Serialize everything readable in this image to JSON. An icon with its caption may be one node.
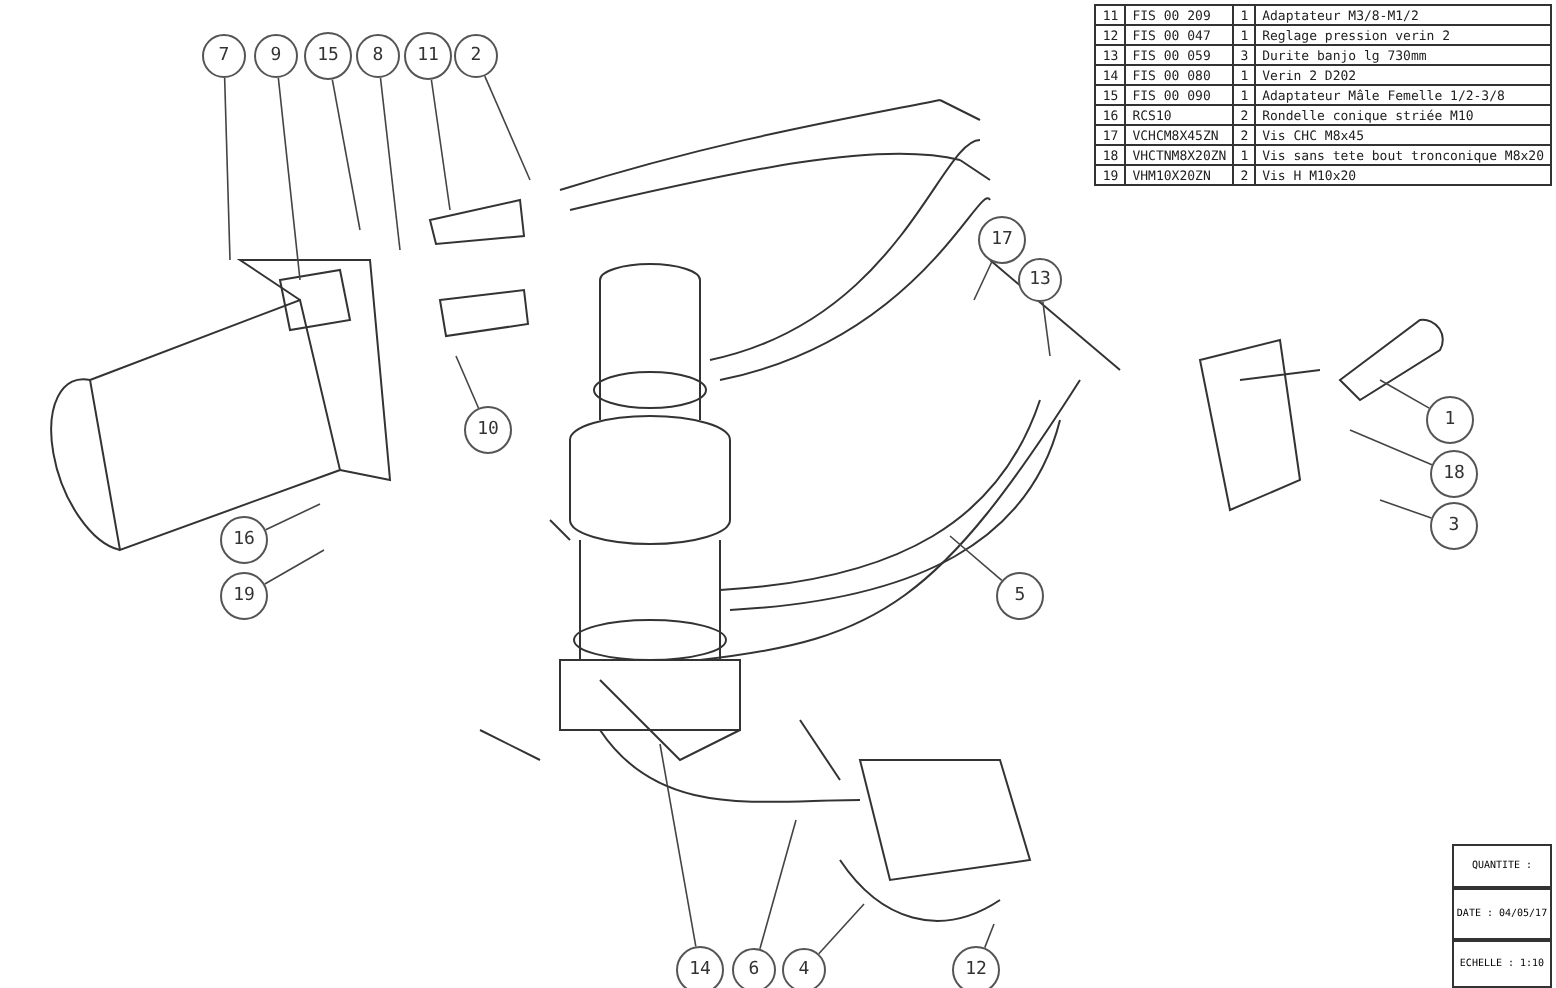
{
  "diagram": {
    "nodes": [
      {
        "text": [
          "7"
        ]
      },
      {
        "text": [
          "9"
        ]
      },
      {
        "text": [
          "15"
        ]
      },
      {
        "text": [
          "8"
        ]
      },
      {
        "text": [
          "11"
        ]
      },
      {
        "text": [
          "2"
        ]
      },
      {
        "text": [
          "17"
        ]
      },
      {
        "text": [
          "13"
        ]
      },
      {
        "text": [
          "10"
        ]
      },
      {
        "text": [
          "1"
        ]
      },
      {
        "text": [
          "18"
        ]
      },
      {
        "text": [
          "3"
        ]
      },
      {
        "text": [
          "16"
        ]
      },
      {
        "text": [
          "19"
        ]
      },
      {
        "text": [
          "5"
        ]
      },
      {
        "text": [
          "14"
        ]
      },
      {
        "text": [
          "6"
        ]
      },
      {
        "text": [
          "4"
        ]
      },
      {
        "text": [
          "12"
        ]
      }
    ],
    "edges": [
      {
        "from": 0,
        "to": null,
        "arrow": "none"
      },
      {
        "from": 1,
        "to": null,
        "arrow": "none"
      },
      {
        "from": 2,
        "to": null,
        "arrow": "none"
      },
      {
        "from": 3,
        "to": null,
        "arrow": "none"
      },
      {
        "from": 4,
        "to": null,
        "arrow": "none"
      },
      {
        "from": 5,
        "to": null,
        "arrow": "none"
      },
      {
        "from": 6,
        "to": null,
        "arrow": "none"
      },
      {
        "from": 7,
        "to": null,
        "arrow": "none"
      },
      {
        "from": 8,
        "to": null,
        "arrow": "none"
      },
      {
        "from": 9,
        "to": null,
        "arrow": "none"
      },
      {
        "from": 10,
        "to": null,
        "arrow": "none"
      },
      {
        "from": 11,
        "to": null,
        "arrow": "none"
      },
      {
        "from": 12,
        "to": null,
        "arrow": "none"
      },
      {
        "from": 13,
        "to": null,
        "arrow": "none"
      },
      {
        "from": 14,
        "to": null,
        "arrow": "none"
      },
      {
        "from": 15,
        "to": null,
        "arrow": "none"
      },
      {
        "from": 16,
        "to": null,
        "arrow": "none"
      },
      {
        "from": 17,
        "to": null,
        "arrow": "none"
      },
      {
        "from": 18,
        "to": null,
        "arrow": "none"
      }
    ],
    "labels": [
      "11",
      "FIS 00 209",
      "1",
      "Adaptateur M3/8-M1/2",
      "12",
      "FIS 00 047",
      "1",
      "Reglage pression verin 2",
      "13",
      "FIS 00 059",
      "3",
      "Durite banjo lg 730mm",
      "14",
      "FIS 00 080",
      "1",
      "Verin 2 D202",
      "15",
      "FIS 00 090",
      "1",
      "Adaptateur Mâle Femelle 1/2-3/8",
      "16",
      "RCS10",
      "2",
      "Rondelle conique striée M10",
      "17",
      "VCHCM8X45ZN",
      "2",
      "Vis CHC M8x45",
      "18",
      "VHCTNM8X20ZN",
      "1",
      "Vis sans tete bout tronconique M8x20",
      "19",
      "VHM10X20ZN",
      "2",
      "Vis H M10x20",
      "QUANTITE :",
      "DATE : 04/05/17",
      "ECHELLE : 1:10"
    ]
  }
}
